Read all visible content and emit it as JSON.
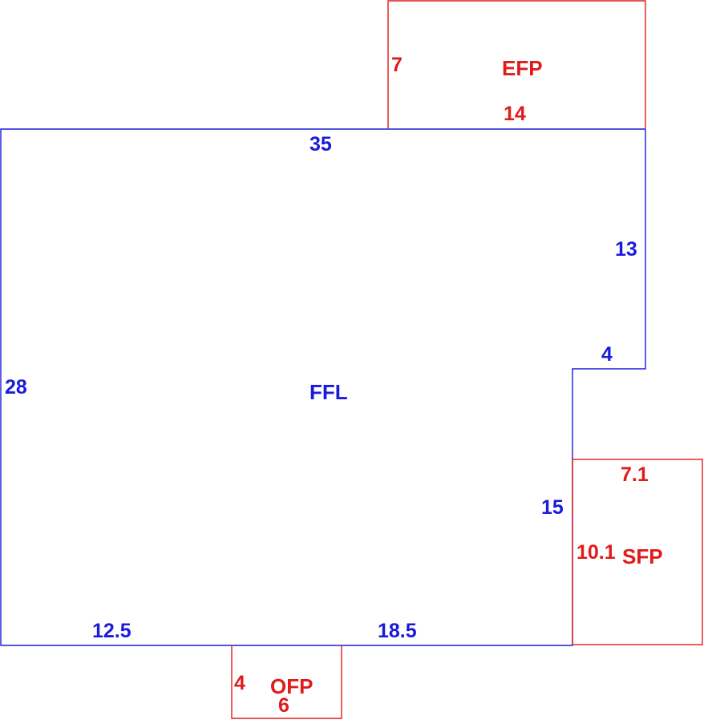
{
  "colors": {
    "main": "#1a1adb",
    "addition": "#e01b1b"
  },
  "ffl": {
    "label": "FFL",
    "dims": {
      "top": "35",
      "right_upper": "13",
      "notch": "4",
      "left": "28",
      "right_lower": "15",
      "bottom_left": "12.5",
      "bottom_right": "18.5"
    }
  },
  "efp": {
    "label": "EFP",
    "dims": {
      "height": "7",
      "width": "14"
    }
  },
  "sfp": {
    "label": "SFP",
    "dims": {
      "width": "7.1",
      "height": "10.1"
    }
  },
  "ofp": {
    "label": "OFP",
    "dims": {
      "height": "4",
      "width": "6"
    }
  }
}
